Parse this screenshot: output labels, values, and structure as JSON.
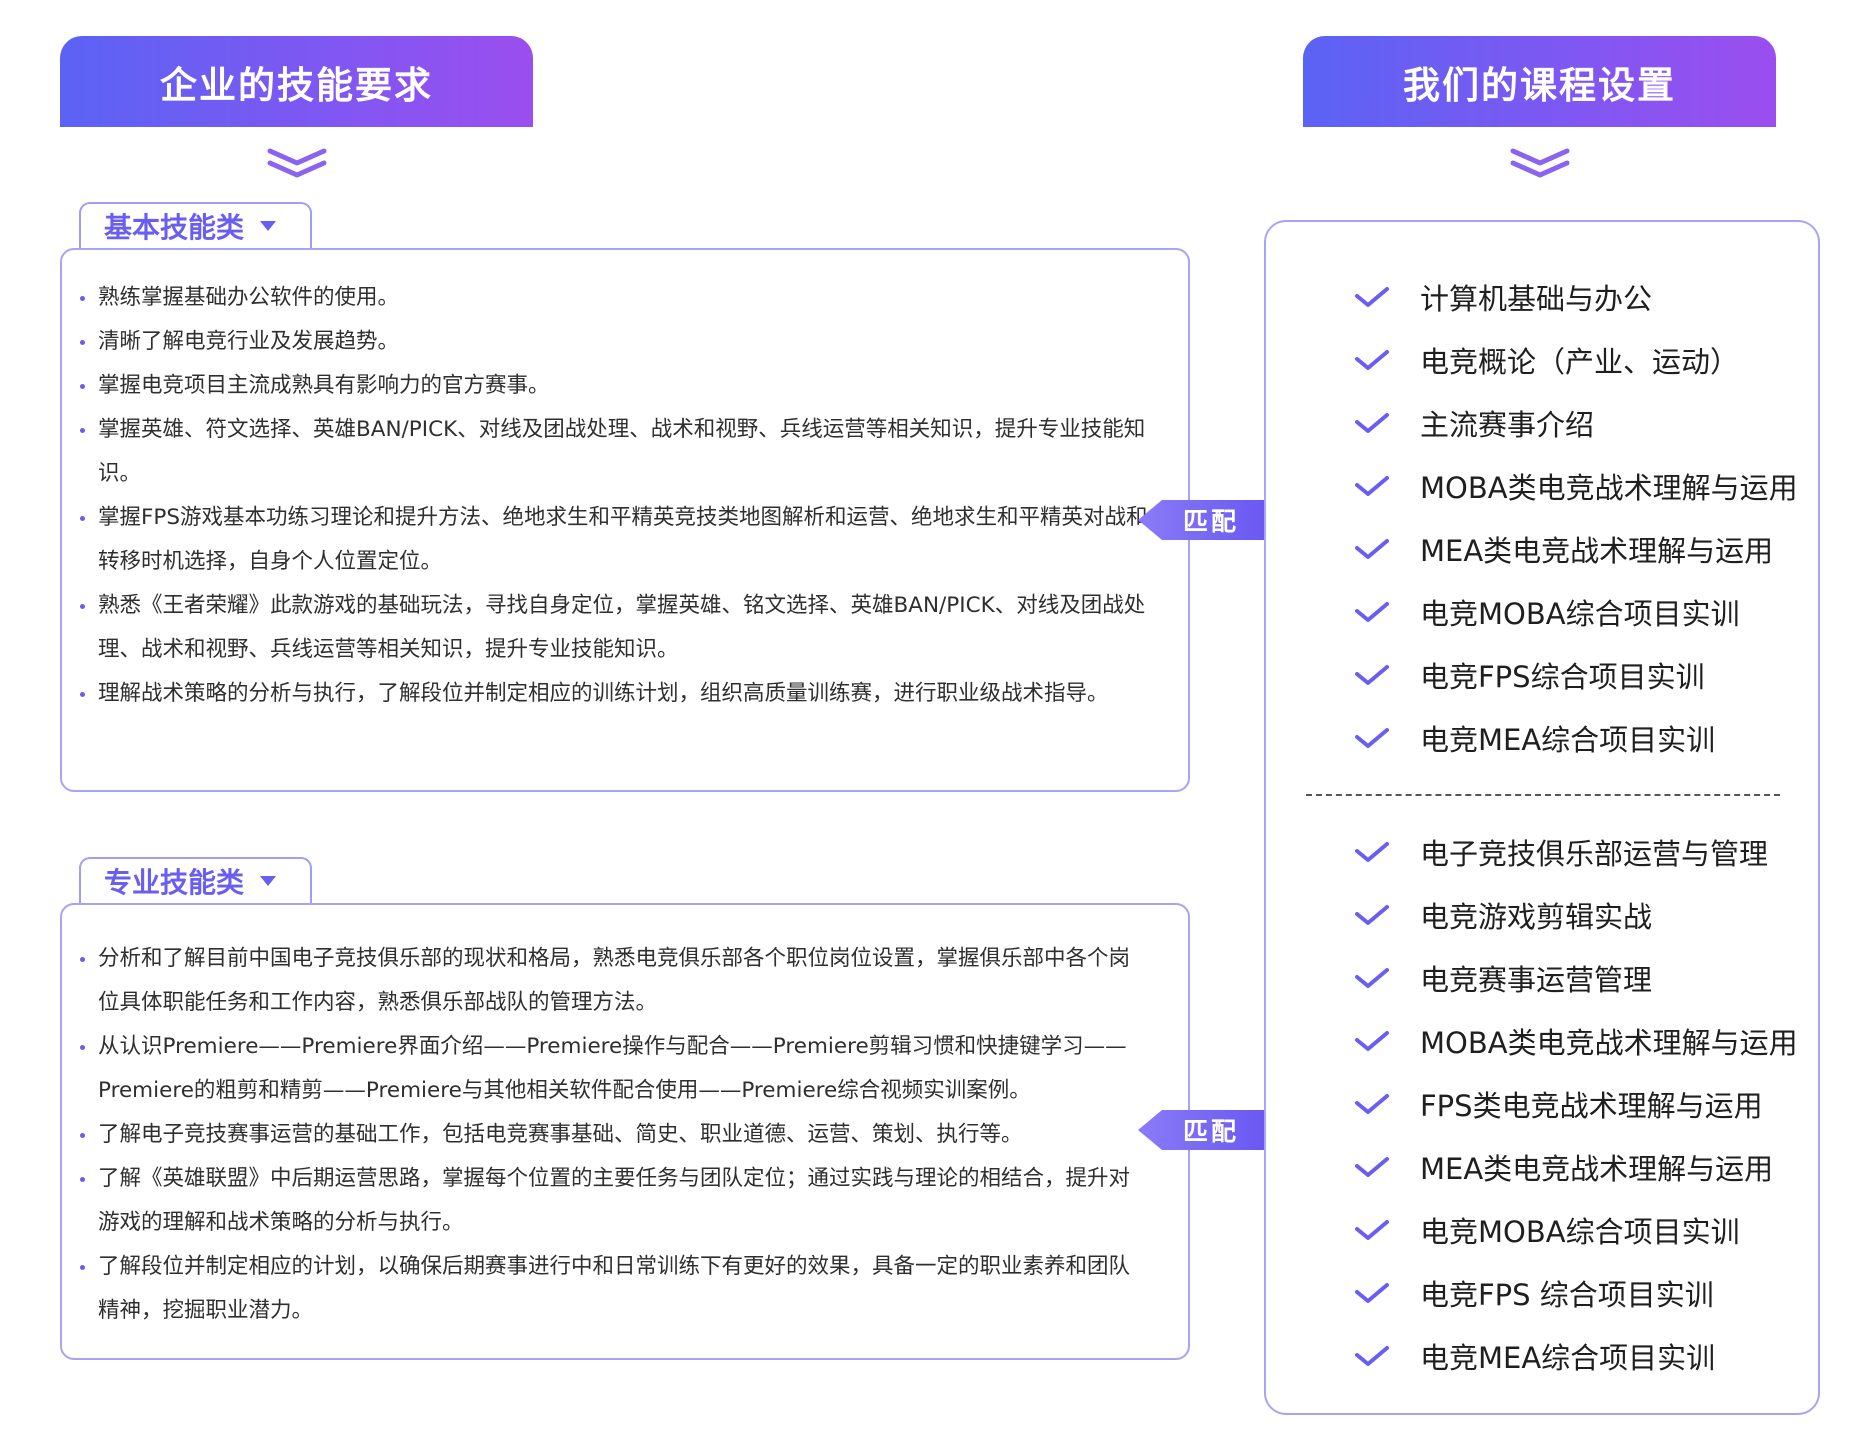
{
  "left": {
    "header": "企业的技能要求",
    "sections": [
      {
        "tab": "基本技能类",
        "match_label": "匹配",
        "items": [
          "熟练掌握基础办公软件的使用。",
          "清晰了解电竞行业及发展趋势。",
          "掌握电竞项目主流成熟具有影响力的官方赛事。",
          "掌握英雄、符文选择、英雄BAN/PICK、对线及团战处理、战术和视野、兵线运营等相关知识，提升专业技能知识。",
          "掌握FPS游戏基本功练习理论和提升方法、绝地求生和平精英竞技类地图解析和运营、绝地求生和平精英对战和转移时机选择，自身个人位置定位。",
          "熟悉《王者荣耀》此款游戏的基础玩法，寻找自身定位，掌握英雄、铭文选择、英雄BAN/PICK、对线及团战处理、战术和视野、兵线运营等相关知识，提升专业技能知识。",
          "理解战术策略的分析与执行，了解段位并制定相应的训练计划，组织高质量训练赛，进行职业级战术指导。"
        ]
      },
      {
        "tab": "专业技能类",
        "match_label": "匹配",
        "items": [
          "分析和了解目前中国电子竞技俱乐部的现状和格局，熟悉电竞俱乐部各个职位岗位设置，掌握俱乐部中各个岗位具体职能任务和工作内容，熟悉俱乐部战队的管理方法。",
          "从认识Premiere——Premiere界面介绍——Premiere操作与配合——Premiere剪辑习惯和快捷键学习——Premiere的粗剪和精剪——Premiere与其他相关软件配合使用——Premiere综合视频实训案例。",
          "了解电子竞技赛事运营的基础工作，包括电竞赛事基础、简史、职业道德、运营、策划、执行等。",
          "了解《英雄联盟》中后期运营思路，掌握每个位置的主要任务与团队定位；通过实践与理论的相结合，提升对游戏的理解和战术策略的分析与执行。",
          "了解段位并制定相应的计划，以确保后期赛事进行中和日常训练下有更好的效果，具备一定的职业素养和团队精神，挖掘职业潜力。"
        ]
      }
    ]
  },
  "right": {
    "header": "我们的课程设置",
    "groups": [
      {
        "courses": [
          "计算机基础与办公",
          "电竞概论（产业、运动）",
          "主流赛事介绍",
          "MOBA类电竞战术理解与运用",
          "MEA类电竞战术理解与运用",
          "电竞MOBA综合项目实训",
          "电竞FPS综合项目实训",
          "电竞MEA综合项目实训"
        ]
      },
      {
        "courses": [
          "电子竞技俱乐部运营与管理",
          "电竞游戏剪辑实战",
          "电竞赛事运营管理",
          "MOBA类电竞战术理解与运用",
          "FPS类电竞战术理解与运用",
          "MEA类电竞战术理解与运用",
          "电竞MOBA综合项目实训",
          "电竞FPS 综合项目实训",
          "电竞MEA综合项目实训"
        ]
      }
    ]
  },
  "colors": {
    "accent": "#6a5ef2",
    "header_gradient_start": "#5b63f4",
    "header_gradient_end": "#9b4ef0",
    "border": "#a8a3f2"
  },
  "icons": {
    "double_chevron": "chevron-double-down-icon",
    "dropdown": "caret-down-icon",
    "check": "check-icon"
  }
}
